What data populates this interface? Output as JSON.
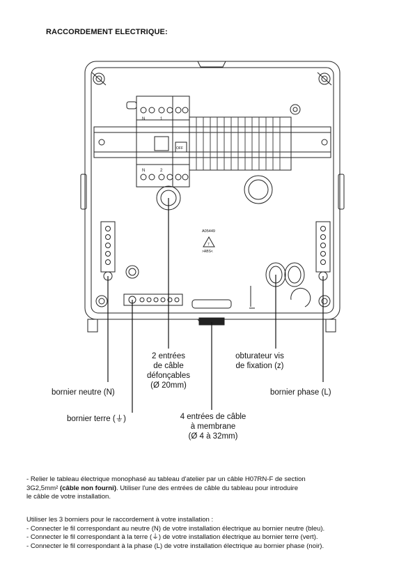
{
  "title": "RACCORDEMENT ELECTRIQUE:",
  "labels": {
    "entrees_defoncables": [
      "2 entrées",
      "de câble",
      "défonçables",
      "(Ø 20mm)"
    ],
    "obturateur": [
      "obturateur vis",
      "de fixation (z)"
    ],
    "bornier_neutre": "bornier neutre (N)",
    "bornier_phase": "bornier phase (L)",
    "bornier_terre": "bornier terre (",
    "bornier_terre_end": ")",
    "entrees_membrane": [
      "4 entrées de câble",
      "à membrane",
      "(Ø 4 à 32mm)"
    ]
  },
  "device_marks": {
    "n_top": "N",
    "one": "1",
    "n_bottom": "N",
    "two": "2",
    "off": "OFF",
    "ref": "A05449",
    "triangle_num": "7",
    "abs": ">ABS<"
  },
  "paragraph1": {
    "line1": "- Relier le tableau électrique monophasé au tableau d'atelier par un câble H07RN-F de section",
    "line2_a": "3G2,5mm²",
    "line2_b": "(câble non fourni)",
    "line2_c": ". Utiliser l'une des entrées de câble du tableau pour introduire",
    "line3": "le câble de votre installation."
  },
  "paragraph2": {
    "intro": "Utiliser les 3 borniers pour le raccordement à votre installation :",
    "l1": "- Connecter le fil correspondant au neutre (N) de votre installation électrique au bornier neutre (bleu).",
    "l2_a": "- Connecter le fil correspondant à la terre (",
    "l2_b": ") de votre installation électrique au bornier terre (vert).",
    "l3": "- Connecter le fil correspondant à la phase (L) de votre installation électrique au bornier phase (noir)."
  },
  "earth_symbol": "⏚",
  "icons": [
    "earth-ground-icon"
  ]
}
